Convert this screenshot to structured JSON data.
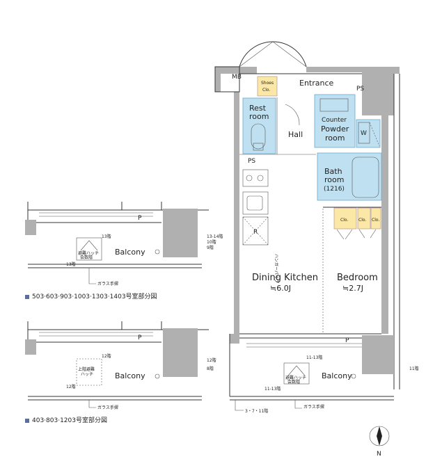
{
  "main": {
    "rooms": {
      "mb": "MB",
      "shoes": [
        "Shoes",
        "Clo."
      ],
      "entrance": "Entrance",
      "ps_top": "PS",
      "restroom": [
        "Rest",
        "room"
      ],
      "counter": "Counter",
      "powder": [
        "Powder",
        "room"
      ],
      "w": "W",
      "hall": "Hall",
      "ps_mid": "PS",
      "bath": [
        "Bath",
        "room",
        "(1216)"
      ],
      "r": "R",
      "clo": [
        "Clo.",
        "Clo.",
        "Clo."
      ],
      "dining": [
        "Dining Kitchen",
        "≒6.0J"
      ],
      "bedroom": [
        "Bedroom",
        "≒2.7J"
      ],
      "p": "P",
      "balcony": "Balcony",
      "curtain_rail": "ハンガーパイプ",
      "hatch": [
        "避難ハッチ",
        "会数階"
      ],
      "floor_tag_a": "11-13階",
      "floor_tag_b": "11-13階",
      "floor_tag_c": "11階",
      "railing": "ガラス手摺",
      "floor_tag_d": "3・7・11階"
    }
  },
  "alt1": {
    "p": "P",
    "balcony": "Balcony",
    "floor_a": "13階",
    "floor_b": "13-14階",
    "floor_c": "10階",
    "floor_d": "9階",
    "floor_e": "13階",
    "hatch": [
      "避難ハッチ",
      "会数階"
    ],
    "railing": "ガラス手摺",
    "caption": "503·603·903·1003·1303·1403号室部分図"
  },
  "alt2": {
    "p": "P",
    "balcony": "Balcony",
    "floor_a": "12階",
    "floor_b": "12階",
    "floor_c": "8階",
    "floor_d": "12階",
    "hatch": [
      "上階避難",
      "ハッチ"
    ],
    "railing": "ガラス手摺",
    "caption": "403·803·1203号室部分図"
  },
  "compass": {
    "label": "N"
  },
  "colors": {
    "wet_area": "#bfe0f0",
    "storage": "#fbe7a6",
    "wall": "#b0b0b0",
    "caption_marker": "#5a6fa0"
  }
}
